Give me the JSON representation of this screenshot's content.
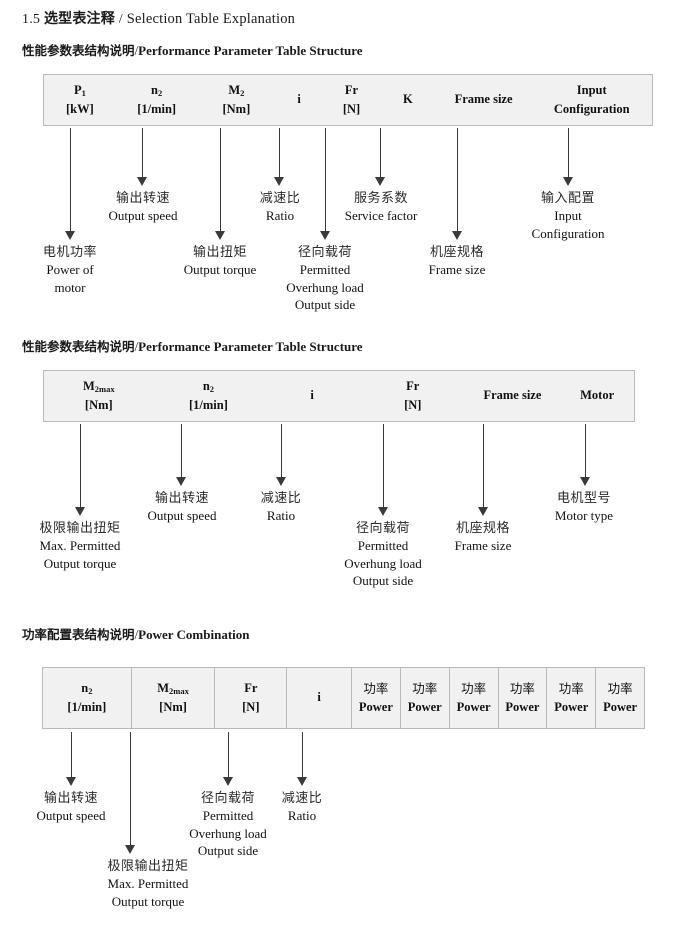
{
  "doc": {
    "section_number": "1.5",
    "title_cn": "选型表注释",
    "title_sep": "/",
    "title_en": "Selection Table Explanation"
  },
  "sections": [
    {
      "heading_cn": "性能参数表结构说明",
      "heading_sep": "/",
      "heading_en": "Performance Parameter Table Structure",
      "table": {
        "columns": [
          {
            "symbol": "P",
            "sub": "1",
            "unit": "[kW]"
          },
          {
            "symbol": "n",
            "sub": "2",
            "unit": "[1/min]"
          },
          {
            "symbol": "M",
            "sub": "2",
            "unit": "[Nm]"
          },
          {
            "symbol": "i",
            "sub": "",
            "unit": ""
          },
          {
            "symbol": "Fr",
            "sub": "",
            "unit": "[N]"
          },
          {
            "symbol": "K",
            "sub": "",
            "unit": ""
          },
          {
            "symbol": "Frame size",
            "sub": "",
            "unit": ""
          },
          {
            "symbol": "Input",
            "sub": "",
            "unit": "Configuration"
          }
        ]
      },
      "notes": [
        {
          "cn": "电机功率",
          "en": [
            "Power of",
            "motor"
          ]
        },
        {
          "cn": "输出转速",
          "en": [
            "Output speed"
          ]
        },
        {
          "cn": "输出扭矩",
          "en": [
            "Output torque"
          ]
        },
        {
          "cn": "减速比",
          "en": [
            "Ratio"
          ]
        },
        {
          "cn": "径向载荷",
          "en": [
            "Permitted",
            "Overhung load",
            "Output side"
          ]
        },
        {
          "cn": "服务系数",
          "en": [
            "Service factor"
          ]
        },
        {
          "cn": "机座规格",
          "en": [
            "Frame size"
          ]
        },
        {
          "cn": "输入配置",
          "en": [
            "Input",
            "Configuration"
          ]
        }
      ]
    },
    {
      "heading_cn": "性能参数表结构说明",
      "heading_sep": "/",
      "heading_en": "Performance Parameter Table Structure",
      "table": {
        "columns": [
          {
            "symbol": "M",
            "sub": "2max",
            "unit": "[Nm]"
          },
          {
            "symbol": "n",
            "sub": "2",
            "unit": "[1/min]"
          },
          {
            "symbol": "i",
            "sub": "",
            "unit": ""
          },
          {
            "symbol": "Fr",
            "sub": "",
            "unit": "[N]"
          },
          {
            "symbol": "Frame size",
            "sub": "",
            "unit": ""
          },
          {
            "symbol": "Motor",
            "sub": "",
            "unit": ""
          }
        ]
      },
      "notes": [
        {
          "cn": "极限输出扭矩",
          "en": [
            "Max. Permitted",
            "Output  torque"
          ]
        },
        {
          "cn": "输出转速",
          "en": [
            "Output speed"
          ]
        },
        {
          "cn": "减速比",
          "en": [
            "Ratio"
          ]
        },
        {
          "cn": "径向载荷",
          "en": [
            "Permitted",
            "Overhung load",
            "Output side"
          ]
        },
        {
          "cn": "机座规格",
          "en": [
            "Frame size"
          ]
        },
        {
          "cn": "电机型号",
          "en": [
            "Motor type"
          ]
        }
      ]
    },
    {
      "heading_cn": "功率配置表结构说明",
      "heading_sep": "/",
      "heading_en": "Power Combination",
      "table": {
        "columns": [
          {
            "symbol": "n",
            "sub": "2",
            "unit": "[1/min]"
          },
          {
            "symbol": "M",
            "sub": "2max",
            "unit": "[Nm]"
          },
          {
            "symbol": "Fr",
            "sub": "",
            "unit": "[N]"
          },
          {
            "symbol": "i",
            "sub": "",
            "unit": ""
          },
          {
            "symbol_cn": "功率",
            "sub": "",
            "unit": "Power"
          },
          {
            "symbol_cn": "功率",
            "sub": "",
            "unit": "Power"
          },
          {
            "symbol_cn": "功率",
            "sub": "",
            "unit": "Power"
          },
          {
            "symbol_cn": "功率",
            "sub": "",
            "unit": "Power"
          },
          {
            "symbol_cn": "功率",
            "sub": "",
            "unit": "Power"
          },
          {
            "symbol_cn": "功率",
            "sub": "",
            "unit": "Power"
          }
        ]
      },
      "notes": [
        {
          "cn": "输出转速",
          "en": [
            "Output speed"
          ]
        },
        {
          "cn": "极限输出扭矩",
          "en": [
            "Max. Permitted",
            "Output  torque"
          ]
        },
        {
          "cn": "径向载荷",
          "en": [
            "Permitted",
            "Overhung load",
            "Output side"
          ]
        },
        {
          "cn": "减速比",
          "en": [
            "Ratio"
          ]
        }
      ]
    }
  ]
}
